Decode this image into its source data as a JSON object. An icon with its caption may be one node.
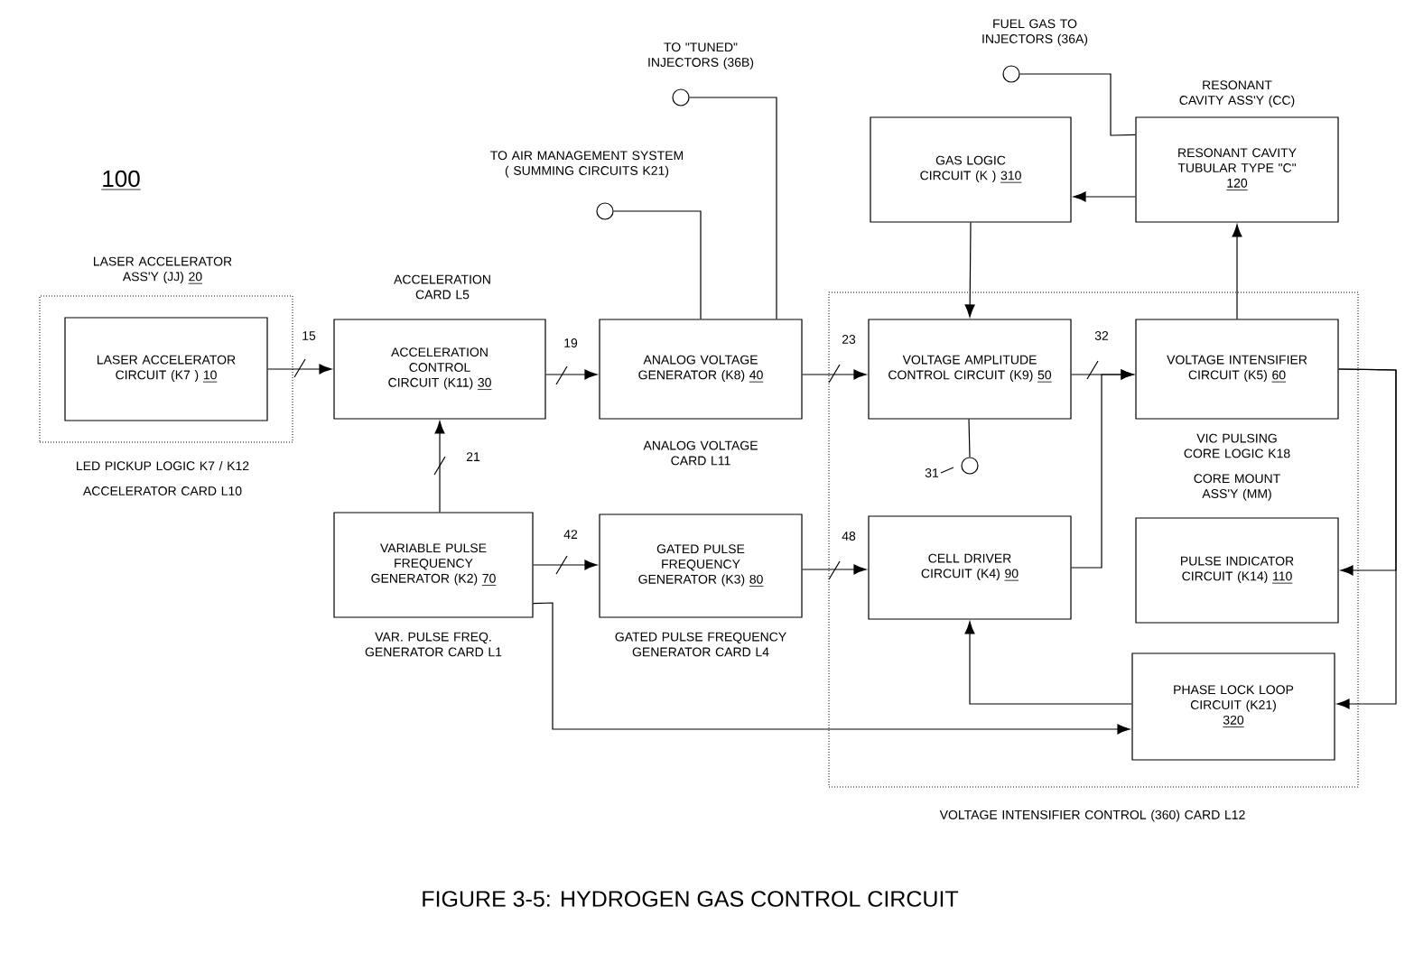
{
  "diagram": {
    "caption": "FIGURE 3-5: HYDROGEN GAS CONTROL CIRCUIT",
    "nodes": [
      {
        "text": [
          "LASER ACCELERATOR ASS'Y (JJ)",
          "20"
        ],
        "beside": [
          "LED PICKUP LOGIC K7 / K12",
          "ACCELERATOR CARD L10"
        ]
      },
      {
        "text": [
          "LASER ACCELERATOR CIRCUIT (K7 )",
          "10"
        ],
        "in": 0
      },
      {
        "text": [
          "ACCELERATION CONTROL CIRCUIT (K11)",
          "30"
        ],
        "beside": [
          "ACCELERATION CARD L5"
        ]
      },
      {
        "text": [
          "ANALOG VOLTAGE GENERATOR (K8)",
          "40"
        ],
        "beside": [
          "ANALOG VOLTAGE CARD L11"
        ]
      },
      {
        "text": [
          "VARIABLE PULSE FREQUENCY GENERATOR (K2)",
          "70"
        ],
        "beside": [
          "VAR. PULSE FREQ. GENERATOR CARD L1"
        ]
      },
      {
        "text": [
          "GATED PULSE FREQUENCY GENERATOR (K3)",
          "80"
        ],
        "beside": [
          "GATED PULSE FREQUENCY GENERATOR CARD L4"
        ]
      },
      {
        "text": [
          "VOLTAGE INTENSIFIER CONTROL (360) CARD L12"
        ]
      },
      {
        "text": [
          "VOLTAGE AMPLITUDE CONTROL CIRCUIT (K9)",
          "50"
        ],
        "in": 6
      },
      {
        "text": [
          "VOLTAGE INTENSIFIER CIRCUIT (K5)",
          "60"
        ],
        "in": 6,
        "beside": [
          "VIC PULSING CORE LOGIC K18",
          "CORE MOUNT ASS'Y (MM)"
        ]
      },
      {
        "text": [
          "CELL DRIVER CIRCUIT (K4)",
          "90"
        ],
        "in": 6
      },
      {
        "text": [
          "PULSE INDICATOR CIRCUIT (K14)",
          "110"
        ],
        "in": 6
      },
      {
        "text": [
          "PHASE LOCK LOOP CIRCUIT (K21)",
          "320"
        ],
        "in": 6
      },
      {
        "text": [
          "GAS LOGIC CIRCUIT (K )",
          "310"
        ]
      },
      {
        "text": [
          "RESONANT CAVITY TUBULAR TYPE \"C\"",
          "120"
        ],
        "beside": [
          "RESONANT CAVITY ASS'Y (CC)"
        ]
      },
      {
        "text": [
          "TO AIR MANAGEMENT SYSTEM ( SUMMING CIRCUITS K21)"
        ]
      },
      {
        "text": [
          "TO \"TUNED\" INJECTORS (36B)"
        ]
      },
      {
        "text": [
          "FUEL GAS TO INJECTORS (36A)"
        ]
      },
      {
        "text": [
          "31"
        ],
        "in": 6
      }
    ],
    "edges": [
      {
        "from": 1,
        "to": 2,
        "arrow": "to",
        "label": "15"
      },
      {
        "from": 2,
        "to": 3,
        "arrow": "to",
        "label": "19"
      },
      {
        "from": 4,
        "to": 2,
        "arrow": "to",
        "label": "21"
      },
      {
        "from": 4,
        "to": 5,
        "arrow": "to",
        "label": "42"
      },
      {
        "from": 3,
        "to": 7,
        "arrow": "to",
        "label": "23"
      },
      {
        "from": 5,
        "to": 9,
        "arrow": "to",
        "label": "48"
      },
      {
        "from": 7,
        "to": 8,
        "arrow": "to",
        "label": "32"
      },
      {
        "from": 9,
        "to": 8,
        "arrow": "to"
      },
      {
        "from": 8,
        "to": 13,
        "arrow": "to"
      },
      {
        "from": 13,
        "to": 12,
        "arrow": "to"
      },
      {
        "from": 12,
        "to": 7,
        "arrow": "to"
      },
      {
        "from": 8,
        "to": 10,
        "arrow": "to"
      },
      {
        "from": 8,
        "to": 11,
        "arrow": "to"
      },
      {
        "from": 11,
        "to": 9,
        "arrow": "to"
      },
      {
        "from": 4,
        "to": 11,
        "arrow": "to"
      },
      {
        "from": 3,
        "to": 14,
        "arrow": "none"
      },
      {
        "from": 3,
        "to": 15,
        "arrow": "none"
      },
      {
        "from": 13,
        "to": 16,
        "arrow": "none"
      },
      {
        "from": 7,
        "to": 17,
        "arrow": "none"
      }
    ],
    "labels": [
      "100"
    ]
  }
}
